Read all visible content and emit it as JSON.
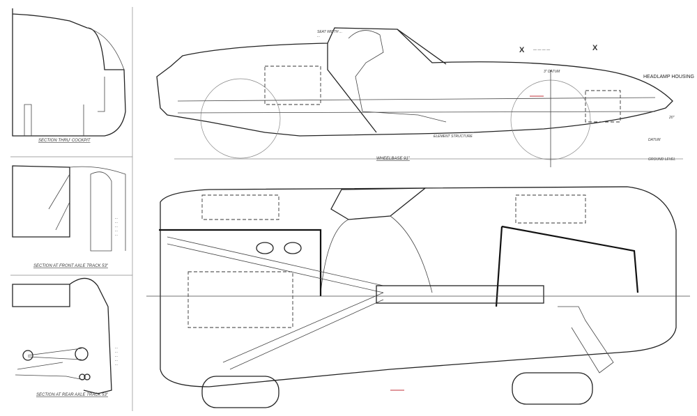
{
  "labels": {
    "section_cockpit": "SECTION THRU' COCKPIT",
    "section_front_axle": "SECTION AT FRONT AXLE  TRACK 53\"",
    "section_rear_axle": "SECTION AT REAR AXLE  TRACK 53\"",
    "wheelbase": "WHEELBASE 91\"",
    "ground_level": "GROUND LEVEL",
    "datum": "DATUM",
    "element_structure": "ELEMENT STRUCTURE",
    "seat_note_1": "SEAT WIDTH ...",
    "seat_note_2": "...",
    "x_left": "X",
    "x_right": "X",
    "x_line": "— — — —",
    "datum_3in": "3\" DATUM",
    "headlamp_housing": "HEADLAMP HOUSING",
    "height_dim": "20\"",
    "front_notes": [
      "...",
      "...",
      "...",
      "...",
      "..."
    ],
    "rear_notes": [
      "...",
      "...",
      "...",
      "...",
      "..."
    ]
  }
}
